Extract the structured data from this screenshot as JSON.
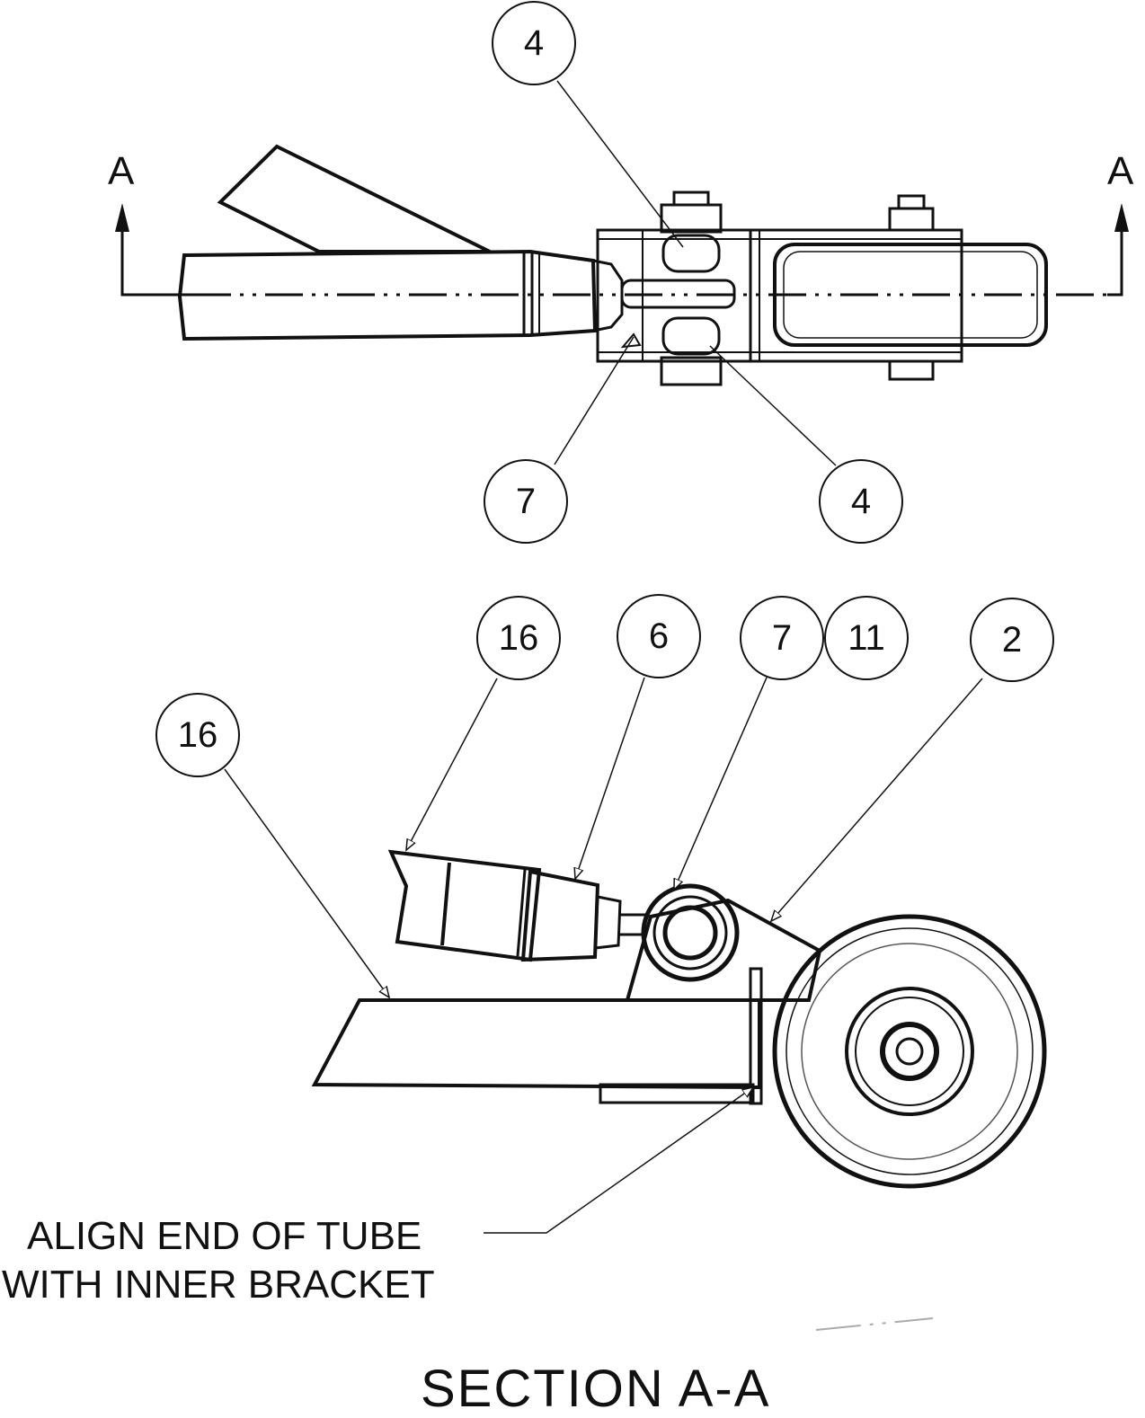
{
  "section_marks": {
    "left": "A",
    "right": "A"
  },
  "balloons_top": {
    "b1": "4",
    "b2": "7",
    "b3": "4"
  },
  "balloons_bottom": {
    "b1": "16",
    "b2": "6",
    "b3": "7",
    "b4": "11",
    "b5": "2",
    "b6": "16"
  },
  "note": {
    "line1": "ALIGN END OF TUBE",
    "line2": "WITH INNER BRACKET"
  },
  "title": "SECTION  A-A"
}
